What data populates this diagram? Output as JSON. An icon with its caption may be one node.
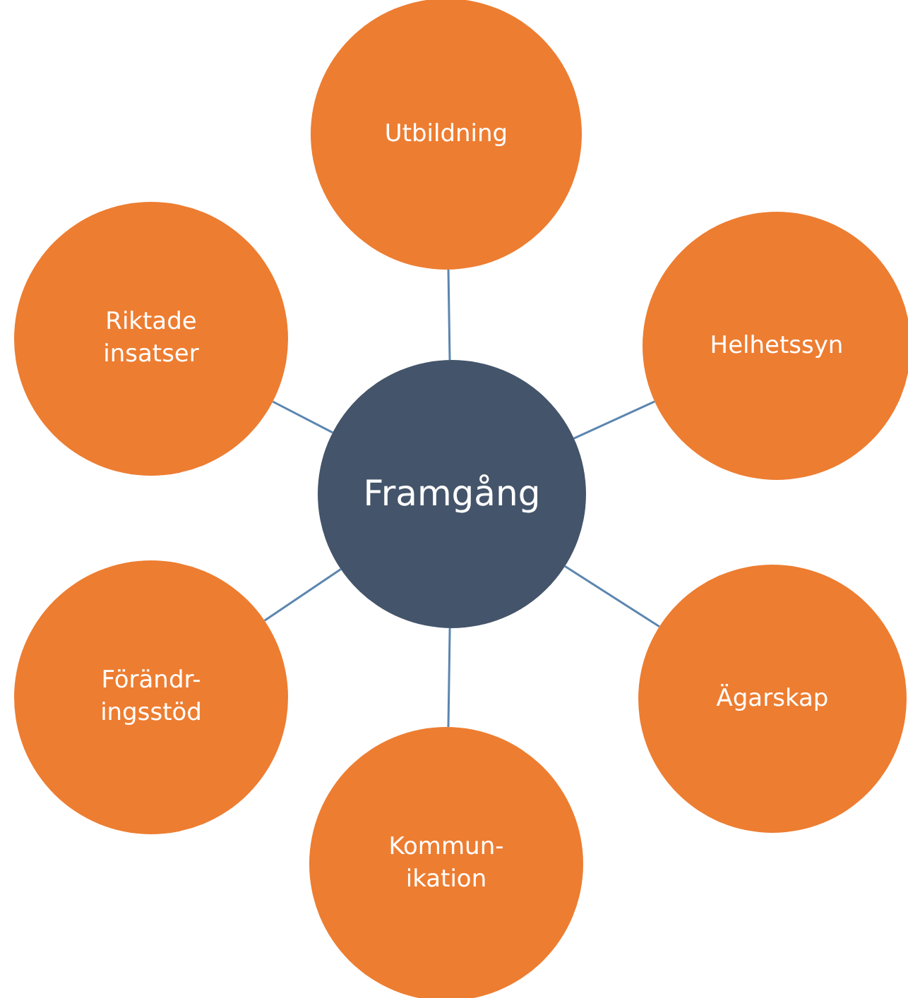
{
  "diagram": {
    "nodes": [
      {
        "text": [
          "Utbildning"
        ]
      },
      {
        "text": [
          "Riktade insatser"
        ]
      },
      {
        "text": [
          "Helhetssyn"
        ]
      },
      {
        "text": [
          "Framgång"
        ]
      },
      {
        "text": [
          "Förändr- ingsstöd"
        ]
      },
      {
        "text": [
          "Ägarskap"
        ]
      },
      {
        "text": [
          "Kommun- ikation"
        ]
      }
    ],
    "edges": [
      {
        "from": 3,
        "to": 0,
        "arrow": "none"
      },
      {
        "from": 3,
        "to": 1,
        "arrow": "none"
      },
      {
        "from": 3,
        "to": 2,
        "arrow": "none"
      },
      {
        "from": 3,
        "to": 4,
        "arrow": "none"
      },
      {
        "from": 3,
        "to": 5,
        "arrow": "none"
      },
      {
        "from": 3,
        "to": 6,
        "arrow": "none"
      }
    ]
  }
}
